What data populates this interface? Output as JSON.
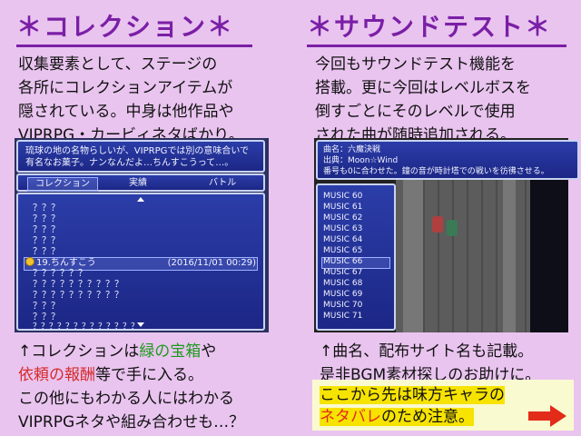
{
  "left": {
    "heading": "＊コレクション＊",
    "intro": [
      "収集要素として、ステージの",
      "各所にコレクションアイテムが",
      "隠されている。中身は他作品や",
      "VIPRPG・カービィネタばかり。"
    ],
    "screenshot": {
      "help_lines": [
        "琉球の地の名物らしいが、VIPRPGでは別の意味合いで",
        "有名なお菓子。ナンなんだよ…ちんすこうって…。"
      ],
      "tabs": [
        "コレクション",
        "実績",
        "バトル"
      ],
      "selected_tab": 0,
      "items": [
        "？？？",
        "？？？",
        "？？？",
        "？？？",
        "？？？",
        "19.ちんすこう",
        "？？？？？？",
        "？？？？？？？？？？",
        "？？？？？？？？？？",
        "？？？",
        "？？？",
        "？？？？？？？？？？？？？"
      ],
      "selected_item": 5,
      "selected_date": "(2016/11/01 00:29)"
    },
    "caption": {
      "line1_prefix": "↑コレクションは",
      "line1_green": "緑の宝箱",
      "line1_suffix": "や",
      "line2_red": "依頼の報酬",
      "line2_suffix": "等で手に入る。",
      "line3": "この他にもわかる人にはわかる",
      "line4": "VIPRPGネタや組み合わせも…？"
    }
  },
  "right": {
    "heading": "＊サウンドテスト＊",
    "intro": [
      "今回もサウンドテスト機能を",
      "搭載。更に今回はレベルボスを",
      "倒すごとにそのレベルで使用",
      "された曲が随時追加される。"
    ],
    "screenshot": {
      "song_lines": [
        "曲名：六魔決戦",
        "出典：Moon☆Wind",
        "番号も0に合わせた。鐘の音が時計塔での戦いを彷彿させる。"
      ],
      "music_list": [
        "MUSIC 60",
        "MUSIC 61",
        "MUSIC 62",
        "MUSIC 63",
        "MUSIC 64",
        "MUSIC 65",
        "MUSIC 66",
        "MUSIC 67",
        "MUSIC 68",
        "MUSIC 69",
        "MUSIC 70",
        "MUSIC 71"
      ],
      "selected_music": 6
    },
    "caption": [
      "↑曲名、配布サイト名も記載。",
      "是非BGM素材探しのお助けに。"
    ],
    "notice": {
      "line1": "ここから先は味方キャラの",
      "line2_red": "ネタバレ",
      "line2_suffix": "のため注意。"
    }
  },
  "colors": {
    "background": "#e9c4ef",
    "heading": "#7a1fa6",
    "green_text": "#1e9a1e",
    "red_text": "#d52b2b",
    "notice_bg": "#fafad0",
    "highlight": "#f7e300",
    "arrow": "#e22b18"
  }
}
